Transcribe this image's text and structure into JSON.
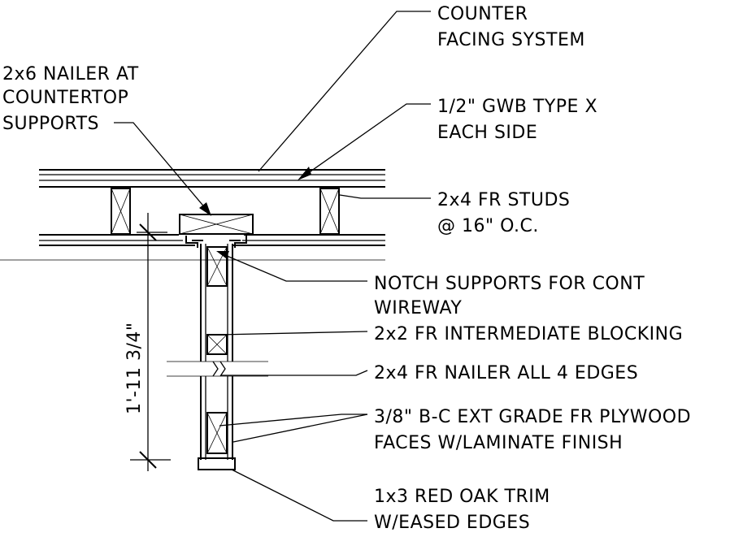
{
  "colors": {
    "line": "#000000",
    "background": "#ffffff"
  },
  "callouts": {
    "counter_facing": [
      "COUNTER",
      "FACING SYSTEM"
    ],
    "nailer_2x6": [
      "2x6 NAILER AT",
      "COUNTERTOP",
      "SUPPORTS"
    ],
    "gwb": [
      "1/2\" GWB TYPE X",
      "EACH SIDE"
    ],
    "studs": [
      "2x4 FR STUDS",
      "@ 16\" O.C."
    ],
    "notch": [
      "NOTCH SUPPORTS FOR CONT",
      "WIREWAY"
    ],
    "blocking": [
      "2x2 FR INTERMEDIATE BLOCKING"
    ],
    "nailer_2x4": [
      "2x4 FR NAILER ALL 4 EDGES"
    ],
    "plywood": [
      "3/8\" B-C EXT GRADE FR PLYWOOD",
      "FACES W/LAMINATE FINISH"
    ],
    "trim": [
      "1x3 RED OAK TRIM",
      "W/EASED EDGES"
    ]
  },
  "dimension": {
    "label": "1'-11 3/4\""
  }
}
